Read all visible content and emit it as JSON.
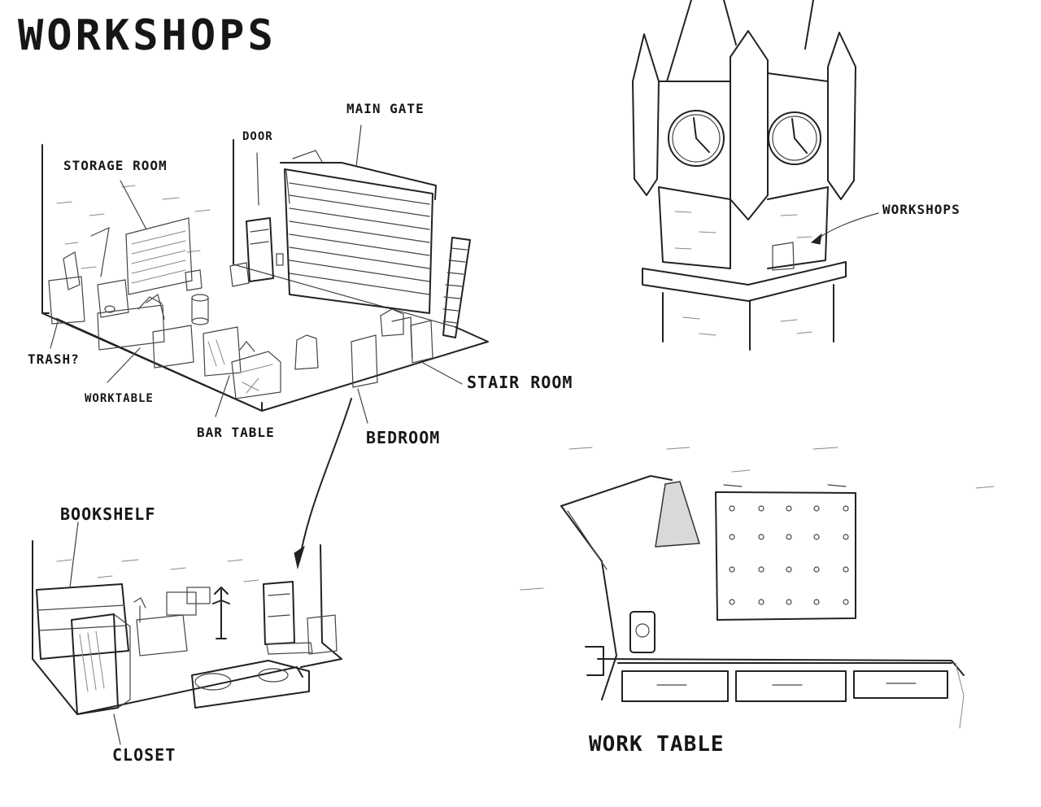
{
  "title": "WORKSHOPS",
  "floorplan": {
    "labels": {
      "storage_room": "STORAGE ROOM",
      "door": "DOOR",
      "main_gate": "MAIN GATE",
      "trash": "TRASH?",
      "worktable": "WORKTABLE",
      "bar_table": "BAR TABLE",
      "bedroom": "BEDROOM",
      "stair_room": "STAIR ROOM"
    }
  },
  "tower": {
    "label": "WORKSHOPS"
  },
  "bedroom_detail": {
    "labels": {
      "bookshelf": "BOOKSHELF",
      "closet": "CLOSET"
    }
  },
  "worktable_detail": {
    "label": "WORK TABLE"
  }
}
